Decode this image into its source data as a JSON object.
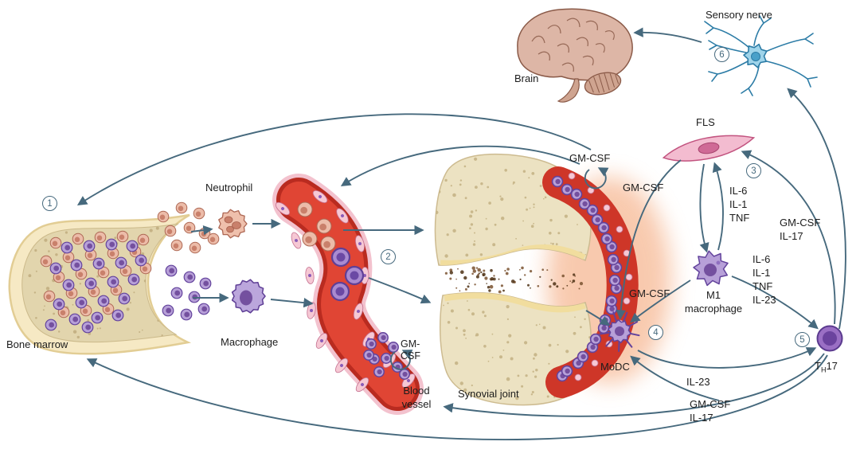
{
  "figure": {
    "description": "GM-CSF-driven inflammation cycle linking bone marrow, blood vessel, synovial joint, immune cells, sensory nerve and brain"
  },
  "labels": {
    "bone_marrow": "Bone marrow",
    "neutrophil": "Neutrophil",
    "macrophage": "Macrophage",
    "blood_vessel": [
      "Blood",
      "vessel"
    ],
    "synovial_joint": "Synovial joint",
    "brain": "Brain",
    "sensory_nerve": "Sensory nerve",
    "fls": "FLS",
    "m1_macrophage": [
      "M1",
      "macrophage"
    ],
    "modc": "MoDC",
    "th17": {
      "t": "T",
      "sub": "H",
      "num": "17"
    }
  },
  "steps": [
    "1",
    "2",
    "3",
    "4",
    "5",
    "6"
  ],
  "cytokines": {
    "gmcsf_joint": "GM-CSF",
    "gmcsf_vessel": [
      "GM-",
      "CSF"
    ],
    "gmcsf_fls_to_modc": "GM-CSF",
    "gmcsf_m1_to_modc": "GM-CSF",
    "m1_to_fls": [
      "IL-6",
      "IL-1",
      "TNF"
    ],
    "th17_to_fls_nerve": [
      "GM-CSF",
      "IL-17"
    ],
    "m1_to_th17": [
      "IL-6",
      "IL-1",
      "TNF",
      "IL-23"
    ],
    "modc_to_th17": "IL-23",
    "th17_bottom": [
      "GM-CSF",
      "IL-17"
    ]
  },
  "colors": {
    "arrow": "#46697d",
    "text": "#1c1c1c",
    "vessel_red": "#df4233",
    "synovium_red": "#ce3628",
    "glow_orange": "#f2955e",
    "bone_cream": "#ece2c2",
    "marrow_rim": "#f6e9c4",
    "pink_cell": "#ecbca9",
    "purple_cell": "#b7a0d8",
    "nerve_blue": "#9fd4ea",
    "brain_tan": "#ddb6a6",
    "fls_pink": "#f3bcd0"
  }
}
